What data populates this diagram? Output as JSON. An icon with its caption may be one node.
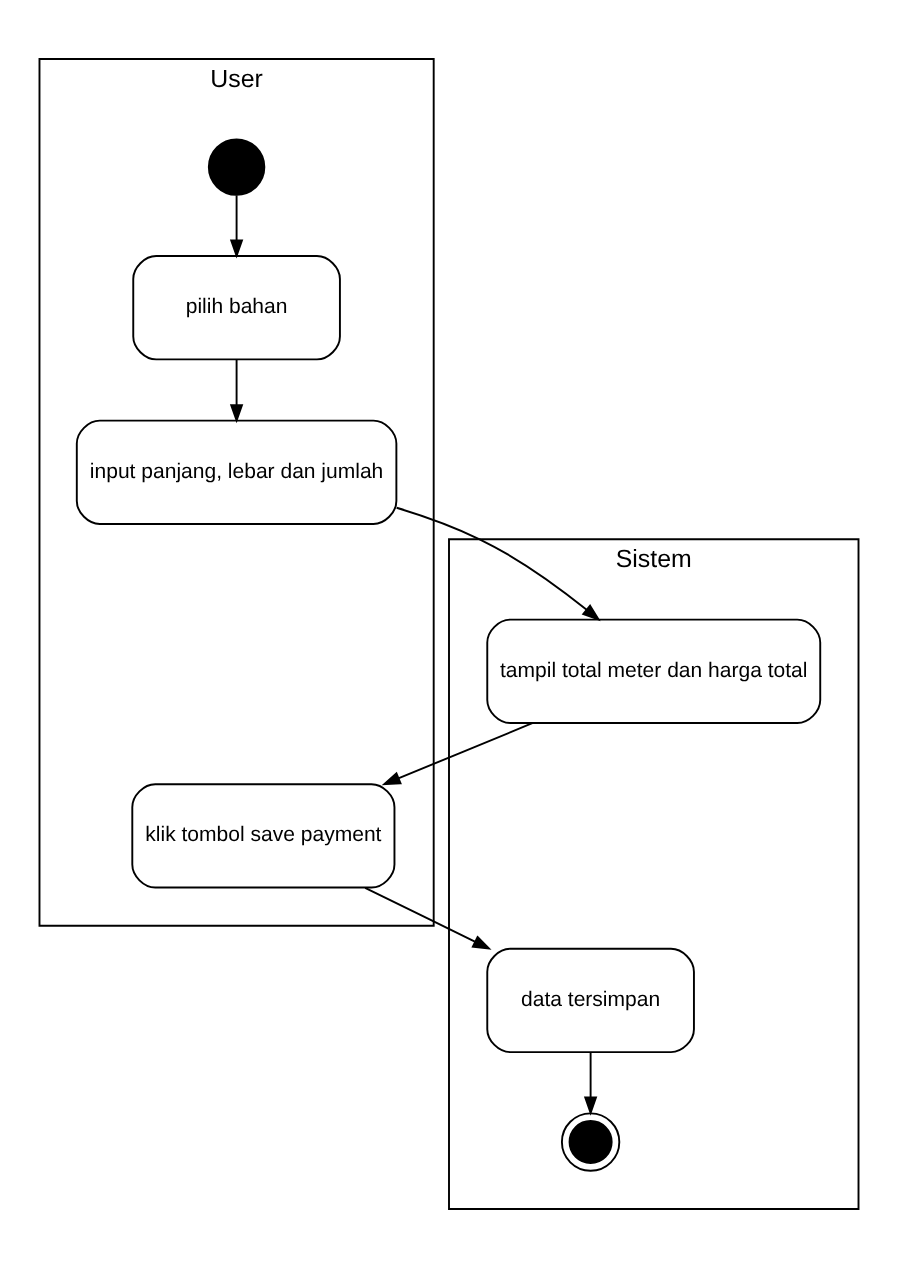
{
  "diagram": {
    "nodes": [
      {
        "text": [
          "User"
        ]
      },
      {
        "text": [
          "Sistem"
        ]
      },
      {
        "text": [],
        "shape": "circle",
        "in": 0
      },
      {
        "text": [
          "pilih bahan"
        ],
        "in": 0
      },
      {
        "text": [
          "input panjang, lebar dan jumlah"
        ],
        "in": 0
      },
      {
        "text": [
          "tampil total meter dan harga total"
        ],
        "in": 1
      },
      {
        "text": [
          "klik tombol save payment"
        ],
        "in": 0
      },
      {
        "text": [
          "data tersimpan"
        ],
        "in": 1
      },
      {
        "text": [],
        "shape": "bullseye",
        "in": 1
      }
    ],
    "edges": [
      {
        "from": 2,
        "to": 3,
        "arrow": "to"
      },
      {
        "from": 3,
        "to": 4,
        "arrow": "to"
      },
      {
        "from": 4,
        "to": 5,
        "arrow": "to"
      },
      {
        "from": 5,
        "to": 6,
        "arrow": "to"
      },
      {
        "from": 6,
        "to": 7,
        "arrow": "to"
      },
      {
        "from": 7,
        "to": 8,
        "arrow": "to"
      }
    ]
  }
}
